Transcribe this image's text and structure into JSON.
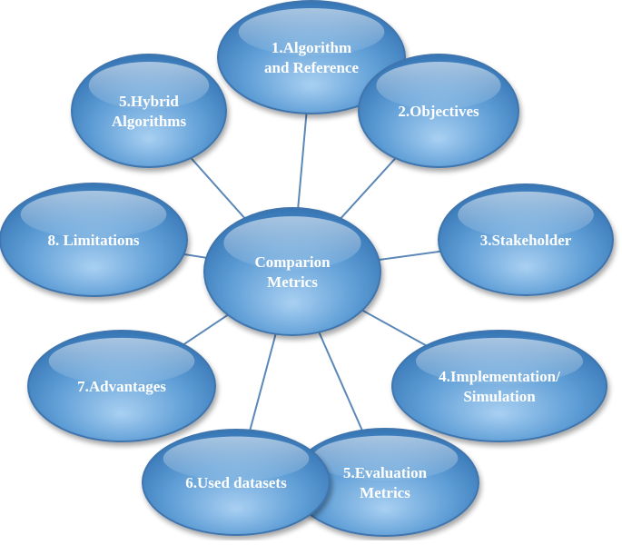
{
  "center": {
    "lines": [
      "Comparion",
      "Metrics"
    ]
  },
  "nodes": [
    {
      "id": "algorithm-and-reference",
      "lines": [
        "1.Algorithm",
        "and Reference"
      ]
    },
    {
      "id": "objectives",
      "lines": [
        "2.Objectives"
      ]
    },
    {
      "id": "stakeholder",
      "lines": [
        "3.Stakeholder"
      ]
    },
    {
      "id": "implementation-simulation",
      "lines": [
        "4.Implementation/",
        "Simulation"
      ]
    },
    {
      "id": "evaluation-metrics",
      "lines": [
        "5.Evaluation",
        "Metrics"
      ]
    },
    {
      "id": "used-datasets",
      "lines": [
        "6.Used datasets"
      ]
    },
    {
      "id": "advantages",
      "lines": [
        "7.Advantages"
      ]
    },
    {
      "id": "limitations",
      "lines": [
        "8. Limitations"
      ]
    },
    {
      "id": "hybrid-algorithms",
      "lines": [
        "5.Hybrid",
        "Algorithms"
      ]
    }
  ],
  "colors": {
    "bubble_light": "#a9d0f2",
    "bubble_mid": "#5f9ed6",
    "bubble_dark": "#2f6fb0",
    "outline": "#3f74ad",
    "connector": "#5b88b7",
    "text": "#ffffff"
  }
}
